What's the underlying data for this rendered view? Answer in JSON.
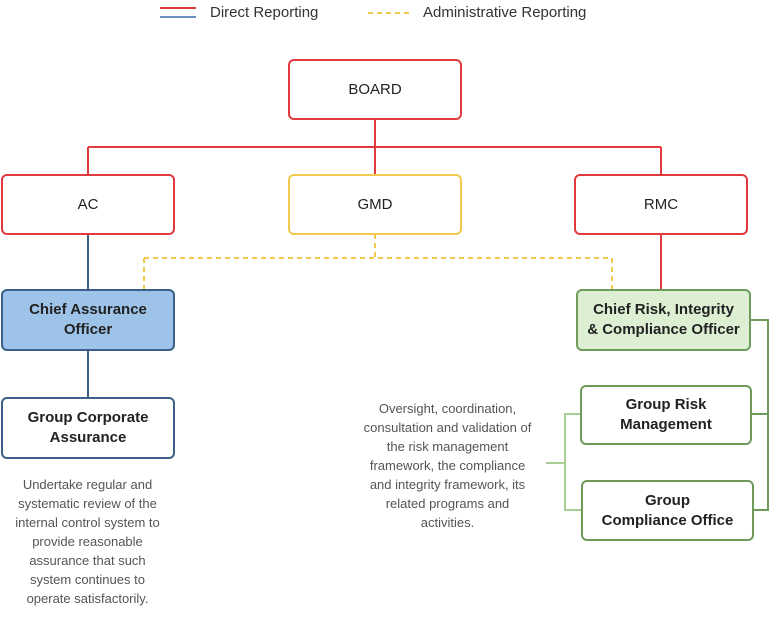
{
  "legend": {
    "direct": "Direct Reporting",
    "administrative": "Administrative Reporting"
  },
  "nodes": {
    "board": "BOARD",
    "ac": "AC",
    "gmd": "GMD",
    "rmc": "RMC",
    "chief_assurance": "Chief Assurance Officer",
    "group_corporate_assurance": "Group Corporate Assurance",
    "chief_risk": "Chief Risk, Integrity & Compliance Officer",
    "group_risk_management": "Group Risk Management",
    "group_compliance_office": "Group Compliance Office"
  },
  "descriptions": {
    "assurance": "Undertake regular and systematic review of the internal control system to provide reasonable assurance that such system continues to operate satisfactorily.",
    "risk": "Oversight, coordination, consultation and validation of the risk management framework, the compliance and integrity framework, its related programs and activities."
  },
  "colors": {
    "direct_red": "#e03a3f",
    "direct_blue": "#3b5f88",
    "administrative": "#f2c94c",
    "green": "#6e9a5a",
    "assurance_fill": "#9ec3e9",
    "risk_fill": "#dcefd3"
  }
}
